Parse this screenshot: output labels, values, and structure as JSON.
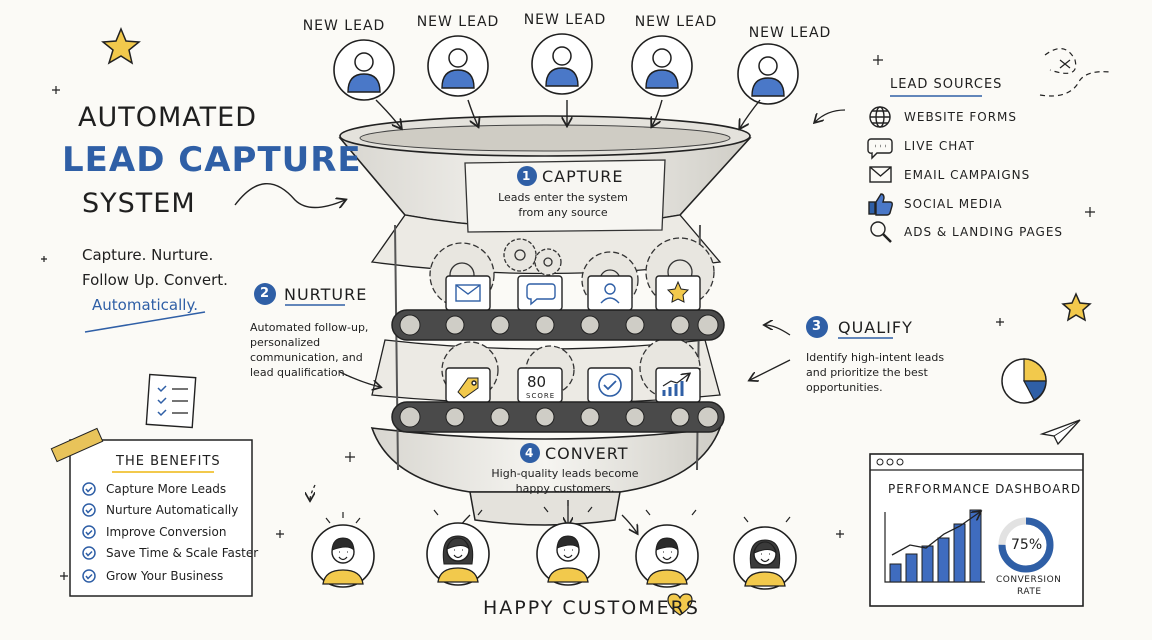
{
  "new_lead_labels": [
    "NEW LEAD",
    "NEW LEAD",
    "NEW LEAD",
    "NEW LEAD",
    "NEW LEAD"
  ],
  "title": {
    "line1": "AUTOMATED",
    "line2": "LEAD CAPTURE",
    "line3": "SYSTEM"
  },
  "tagline": {
    "line1": "Capture. Nurture.",
    "line2": "Follow Up. Convert.",
    "line3": "Automatically."
  },
  "steps": {
    "capture": {
      "number": "1",
      "title": "CAPTURE",
      "desc": "Leads enter the system from any source"
    },
    "nurture": {
      "number": "2",
      "title": "NURTURE",
      "desc": "Automated follow-up, personalized communication, and lead qualification."
    },
    "qualify": {
      "number": "3",
      "title": "QUALIFY",
      "desc": "Identify high-intent leads and prioritize the best opportunities."
    },
    "convert": {
      "number": "4",
      "title": "CONVERT",
      "desc": "High-quality leads become happy customers."
    }
  },
  "lead_sources": {
    "title": "LEAD SOURCES",
    "items": [
      {
        "label": "WEBSITE FORMS",
        "icon": "globe-icon"
      },
      {
        "label": "LIVE CHAT",
        "icon": "chat-bubble-icon"
      },
      {
        "label": "EMAIL CAMPAIGNS",
        "icon": "envelope-icon"
      },
      {
        "label": "SOCIAL MEDIA",
        "icon": "thumbs-up-icon"
      },
      {
        "label": "ADS & LANDING PAGES",
        "icon": "magnifier-icon"
      }
    ]
  },
  "benefits": {
    "title": "THE BENEFITS",
    "items": [
      "Capture More Leads",
      "Nurture Automatically",
      "Improve Conversion",
      "Save Time & Scale Faster",
      "Grow Your Business"
    ]
  },
  "dashboard": {
    "title": "PERFORMANCE DASHBOARD",
    "conversion_pct": "75%",
    "caption_line1": "CONVERSION",
    "caption_line2": "RATE",
    "conversion_value": 0.75
  },
  "score_card": {
    "value": "80",
    "label": "SCORE"
  },
  "happy_customers": "HAPPY CUSTOMERS",
  "colors": {
    "accent": "#2f5fa6",
    "ink": "#1f1f1f",
    "avatar_blue": "#4a78c8",
    "highlight_yellow": "#f2c94c",
    "paper": "#fbfaf6"
  }
}
